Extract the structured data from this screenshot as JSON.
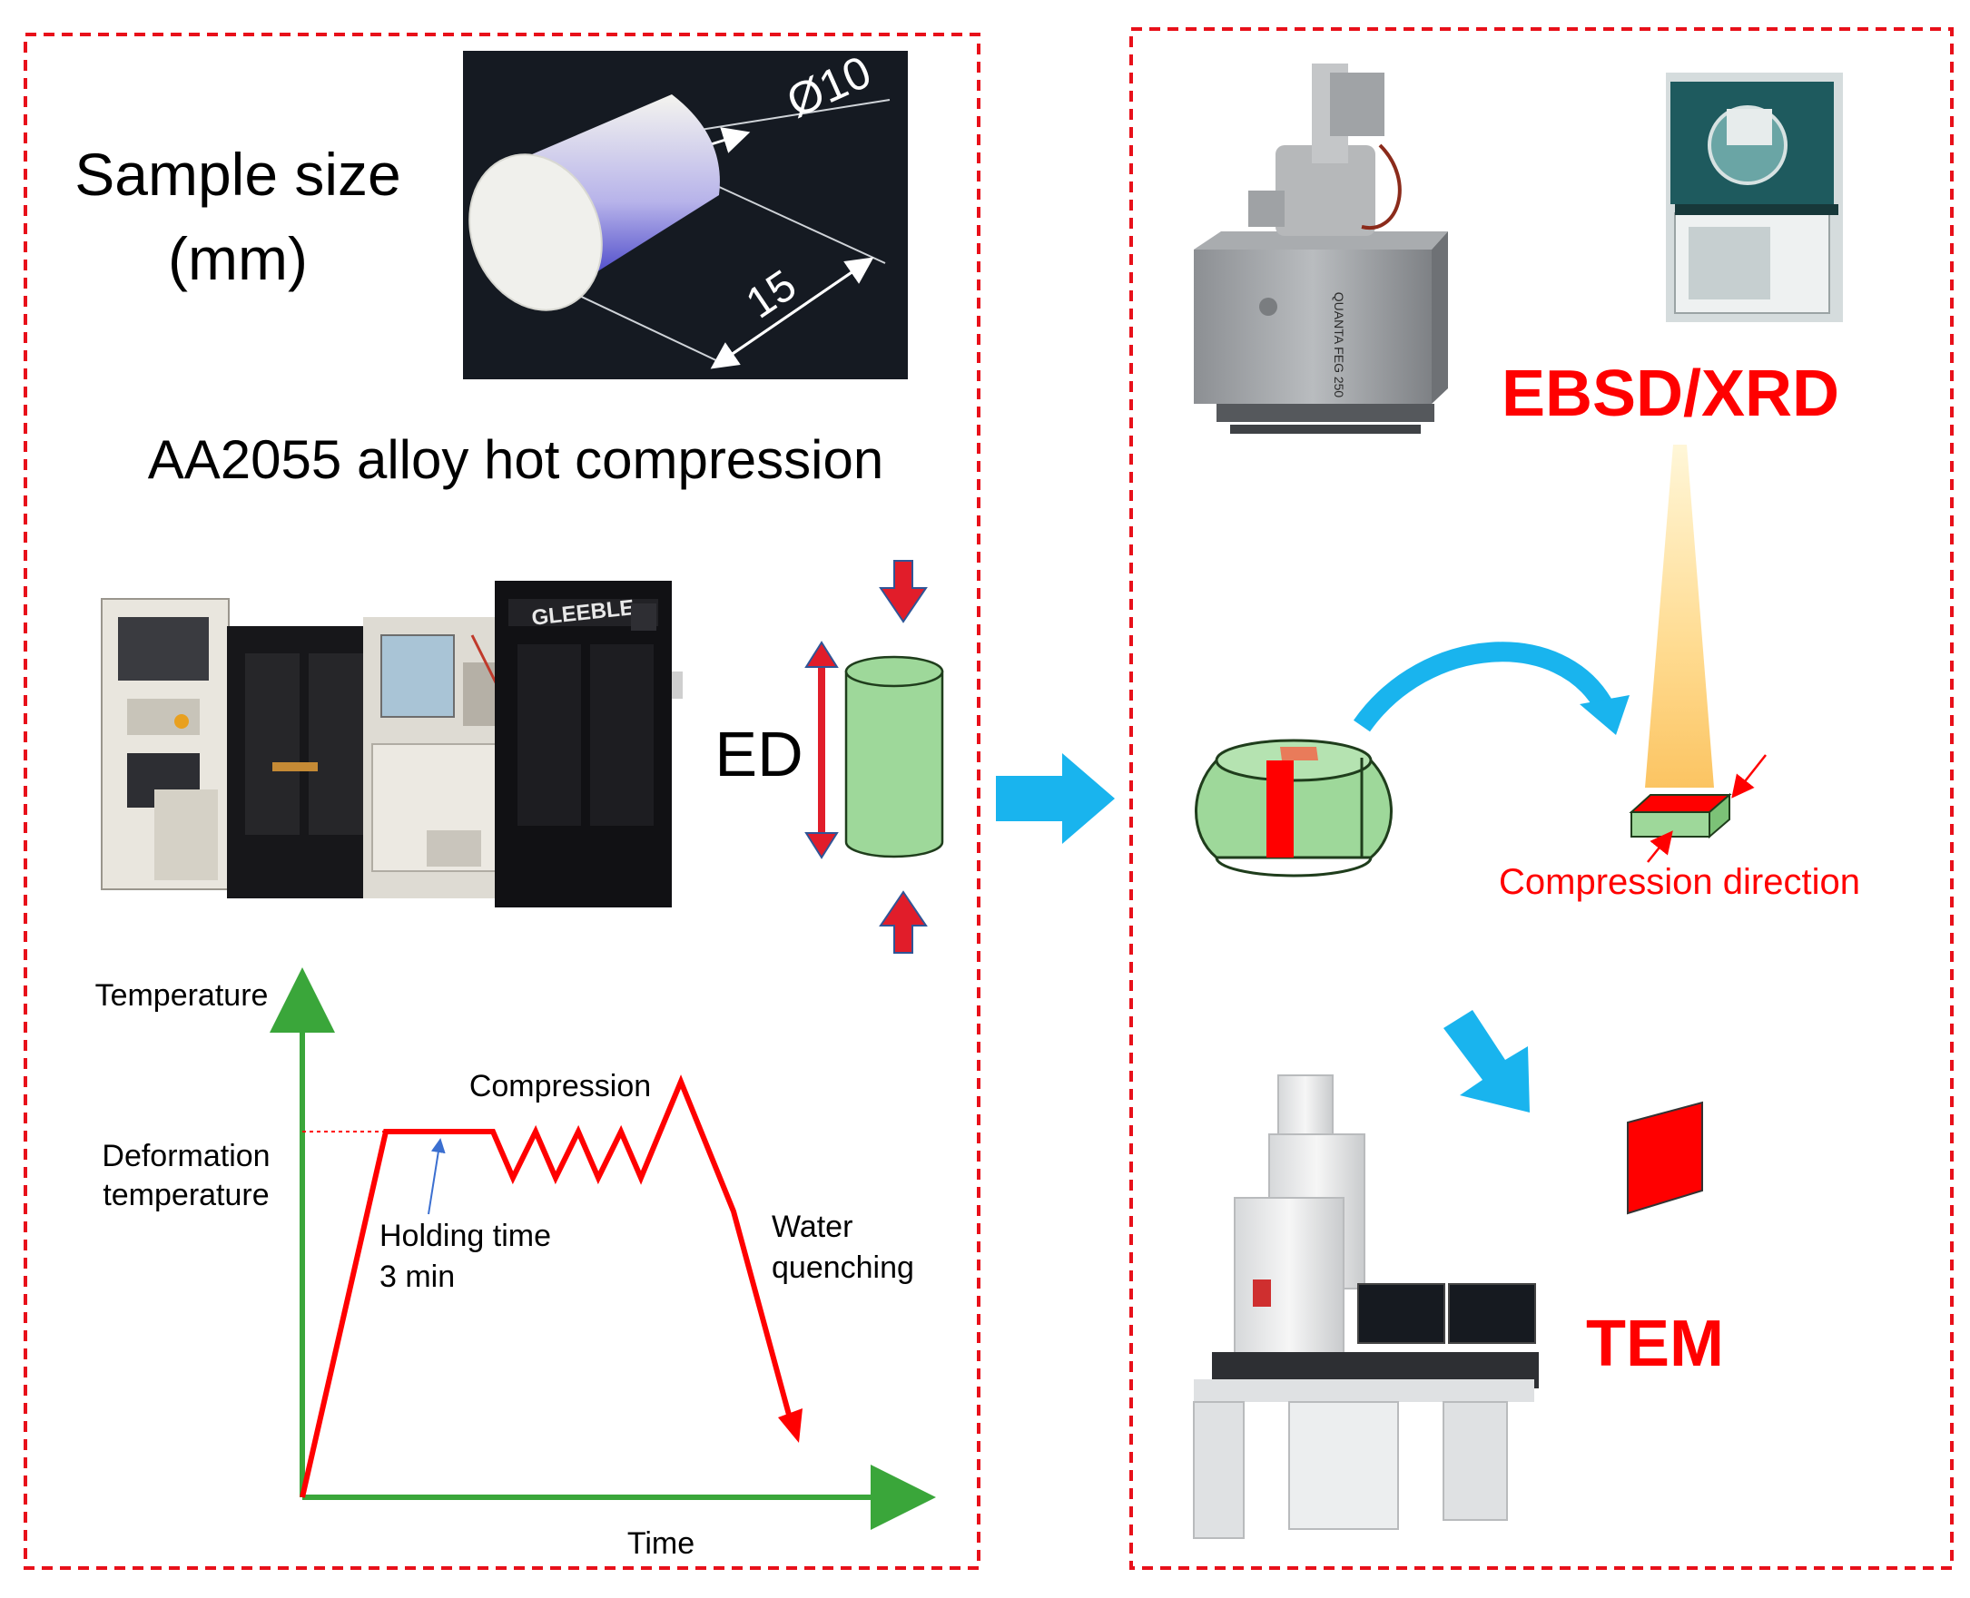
{
  "left_panel": {
    "sample_size_line1": "Sample size",
    "sample_size_line2": "(mm)",
    "dim_diameter": "Ø10",
    "dim_length": "15",
    "title": "AA2055 alloy hot compression",
    "machine_brand": "GLEEBLE",
    "ed_label": "ED"
  },
  "profile_chart": {
    "y_axis_label": "Temperature",
    "x_axis_label": "Time",
    "deformation_line1": "Deformation",
    "deformation_line2": "temperature",
    "compression_label": "Compression",
    "holding_line1": "Holding time",
    "holding_line2": "3 min",
    "water_line1": "Water",
    "water_line2": "quenching"
  },
  "right_panel": {
    "sem_model": "QUANTA FEG 250",
    "ebsd_xrd_label": "EBSD/XRD",
    "compression_direction_label": "Compression direction",
    "tem_label": "TEM"
  },
  "colors": {
    "red": "#ff0000",
    "dashed_border": "#e8101a",
    "axis_green": "#3aa63a",
    "arrow_blue": "#19b4ee",
    "sample_green": "#9ed89a"
  }
}
